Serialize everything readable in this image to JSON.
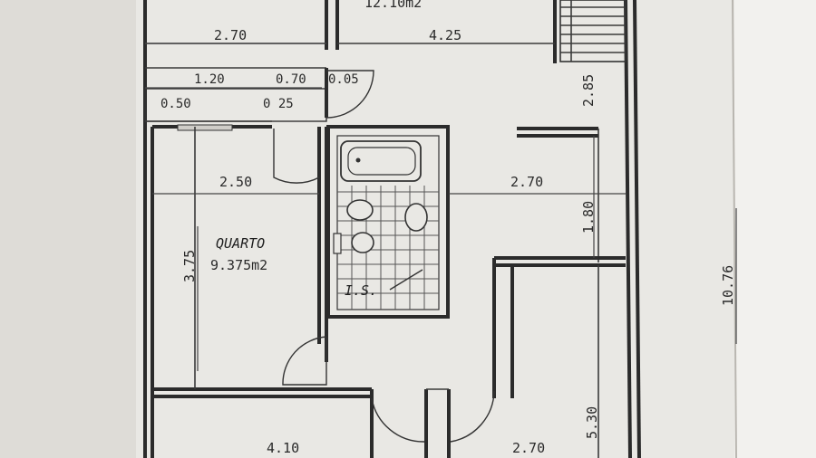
{
  "plan": {
    "top_area_label": "12.10m2",
    "dims": {
      "d_2_70_top": "2.70",
      "d_4_25": "4.25",
      "d_1_20": "1.20",
      "d_0_70": "0.70",
      "d_0_05": "0.05",
      "d_0_50": "0.50",
      "d_0_25": "0 25",
      "d_2_85": "2.85",
      "d_2_50": "2.50",
      "d_2_70_mid": "2.70",
      "d_1_80": "1.80",
      "d_3_75": "3.75",
      "d_10_76": "10.76",
      "d_4_10": "4.10",
      "d_2_70_bottom": "2.70",
      "d_5_30": "5.30"
    },
    "rooms": {
      "quarto_name": "QUARTO",
      "quarto_area": "9.375m2",
      "bath_label": "I.S."
    }
  }
}
